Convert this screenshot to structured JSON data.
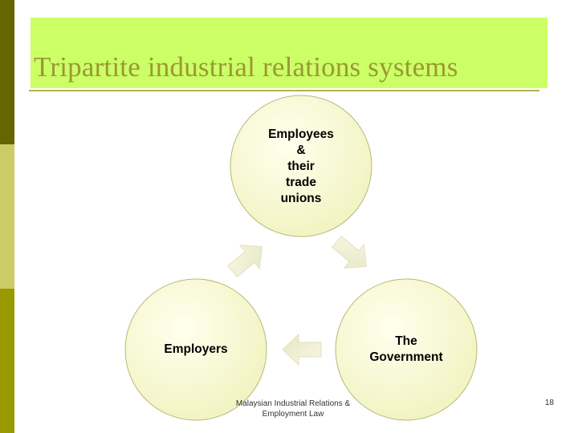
{
  "slide": {
    "title": "Tripartite industrial relations systems",
    "footer": "Malaysian Industrial Relations &\nEmployment Law",
    "page_number": "18"
  },
  "cycle": {
    "nodes": [
      {
        "label": "Employees\n&\ntheir\ntrade\nunions"
      },
      {
        "label": "The\nGovernment"
      },
      {
        "label": "Employers"
      }
    ]
  },
  "colors": {
    "title_band": "#ccff66",
    "title_text": "#999933",
    "node_fill": "#ffffcc",
    "node_stroke": "#b8b878",
    "arrow_fill": "#f0f0d0"
  }
}
